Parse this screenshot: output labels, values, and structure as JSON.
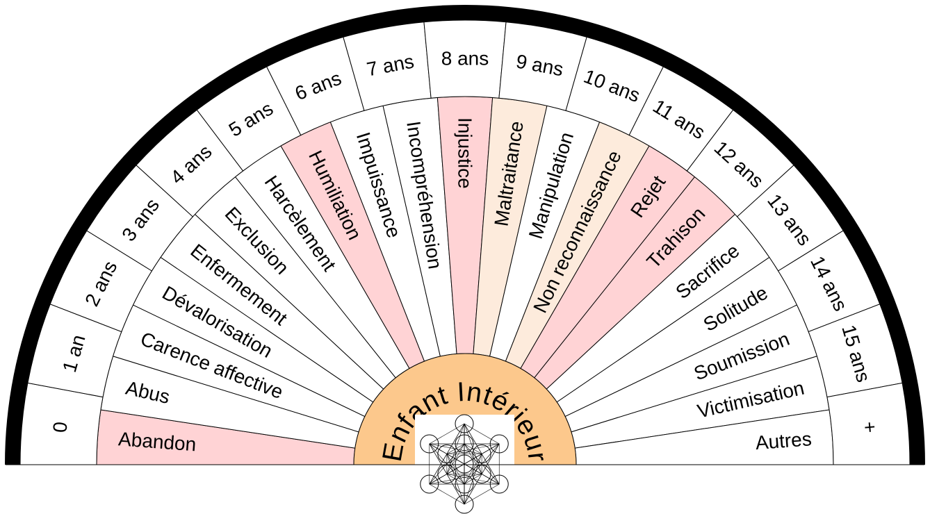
{
  "center": {
    "title": "Enfant Intérieur",
    "fill": "#fcc88c",
    "symbol": "metatron-cube-icon"
  },
  "ages": {
    "labels": [
      "0",
      "1 an",
      "2 ans",
      "3 ans",
      "4 ans",
      "5 ans",
      "6 ans",
      "7 ans",
      "8 ans",
      "9 ans",
      "10 ans",
      "11 ans",
      "12 ans",
      "13 ans",
      "14 ans",
      "15 ans",
      "+"
    ]
  },
  "wounds": {
    "items": [
      {
        "label": "Abandon",
        "fill": "#ffd3d5"
      },
      {
        "label": "Abus",
        "fill": "#ffffff"
      },
      {
        "label": "Carence affective",
        "fill": "#ffffff"
      },
      {
        "label": "Dévalorisation",
        "fill": "#ffffff"
      },
      {
        "label": "Enfermement",
        "fill": "#ffffff"
      },
      {
        "label": "Exclusion",
        "fill": "#ffffff"
      },
      {
        "label": "Harcèlement",
        "fill": "#ffffff"
      },
      {
        "label": "Humiliation",
        "fill": "#ffd3d5"
      },
      {
        "label": "Impuissance",
        "fill": "#ffffff"
      },
      {
        "label": "Incompréhension",
        "fill": "#ffffff"
      },
      {
        "label": "Injustice",
        "fill": "#ffd3d5"
      },
      {
        "label": "Maltraitance",
        "fill": "#fdebdc"
      },
      {
        "label": "Manipulation",
        "fill": "#ffffff"
      },
      {
        "label": "Non reconnaissance",
        "fill": "#fdebdc"
      },
      {
        "label": "Rejet",
        "fill": "#ffd3d5"
      },
      {
        "label": "Trahison",
        "fill": "#ffd3d5"
      },
      {
        "label": "Sacrifice",
        "fill": "#ffffff"
      },
      {
        "label": "Solitude",
        "fill": "#ffffff"
      },
      {
        "label": "Soumission",
        "fill": "#ffffff"
      },
      {
        "label": "Victimisation",
        "fill": "#ffffff"
      },
      {
        "label": "Autres",
        "fill": "#ffffff"
      }
    ]
  },
  "colors": {
    "rim": "#000000",
    "line": "#000000",
    "background": "#ffffff"
  }
}
